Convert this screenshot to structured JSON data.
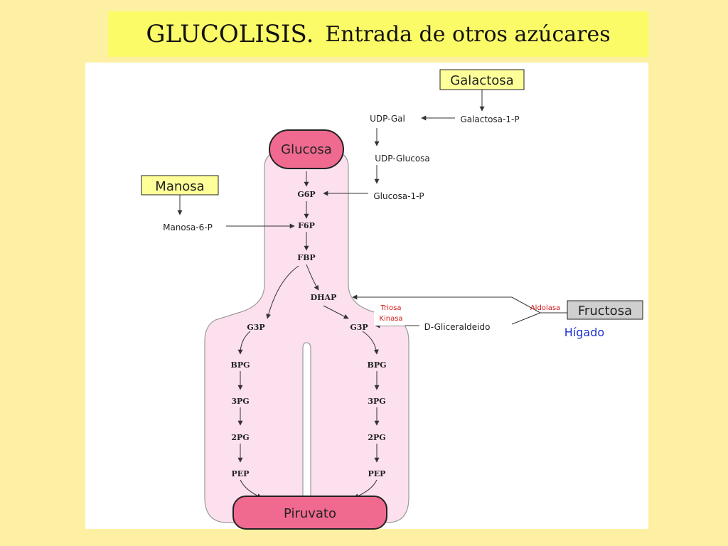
{
  "title": {
    "main": "GLUCOLISIS.",
    "sub": "Entrada de otros azúcares"
  },
  "nodes": {
    "glucosa": "Glucosa",
    "piruvato": "Piruvato",
    "galactosa": "Galactosa",
    "manosa": "Manosa",
    "fructosa": "Fructosa",
    "higado": "Hígado",
    "udp_gal": "UDP-Gal",
    "galactosa_1p": "Galactosa-1-P",
    "udp_glucosa": "UDP-Glucosa",
    "glucosa_1p": "Glucosa-1-P",
    "manosa_6p": "Manosa-6-P",
    "d_gliceraldeido": "D-Gliceraldeido",
    "g6p": "G6P",
    "f6p": "F6P",
    "fbp": "FBP",
    "dhap": "DHAP",
    "g3p_left": "G3P",
    "g3p_right": "G3P",
    "bpg_left": "BPG",
    "bpg_right": "BPG",
    "pg3_left": "3PG",
    "pg3_right": "3PG",
    "pg2_left": "2PG",
    "pg2_right": "2PG",
    "pep_left": "PEP",
    "pep_right": "PEP"
  },
  "enzymes": {
    "triosa_1": "Triosa",
    "triosa_2": "Kinasa",
    "aldolasa": "Aldolasa"
  },
  "colors": {
    "background": "#fdf0a3",
    "title_bg": "#fbfb68",
    "pathway_fill": "#fce0ee",
    "node_pink": "#f06a8f",
    "node_yellow": "#ffff99",
    "node_gray": "#cfcfcf",
    "enzyme_red": "#d01a1a",
    "liver_blue": "#1a2fd0"
  }
}
